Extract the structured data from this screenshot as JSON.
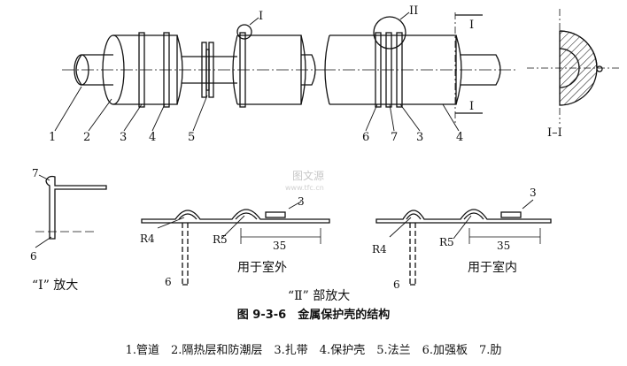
{
  "labels": {
    "main_numbers": [
      "1",
      "2",
      "3",
      "4",
      "5",
      "6",
      "7",
      "3",
      "4"
    ],
    "marker_I": "I",
    "marker_II": "II",
    "section_I_top": "I",
    "section_I_bottom": "I",
    "section_title": "I–I",
    "detail_I_7": "7",
    "detail_I_6": "6",
    "outdoor_3": "3",
    "outdoor_R4": "R4",
    "outdoor_R5": "R5",
    "outdoor_35": "35",
    "outdoor_6": "6",
    "indoor_3": "3",
    "indoor_R4": "R4",
    "indoor_R5": "R5",
    "indoor_35": "35",
    "indoor_6": "6"
  },
  "captions": {
    "detail_I": "“I” 放大",
    "outdoor": "用于室外",
    "indoor": "用于室内",
    "detail_II": "“Ⅱ” 部放大"
  },
  "watermark": {
    "line1": "图文源",
    "line2": "www.tfc.cn"
  },
  "figure": {
    "title": "图 9-3-6　金属保护壳的结构",
    "legend": "1.管道　2.隔热层和防潮层　3.扎带　4.保护壳　5.法兰　6.加强板　7.肋"
  }
}
